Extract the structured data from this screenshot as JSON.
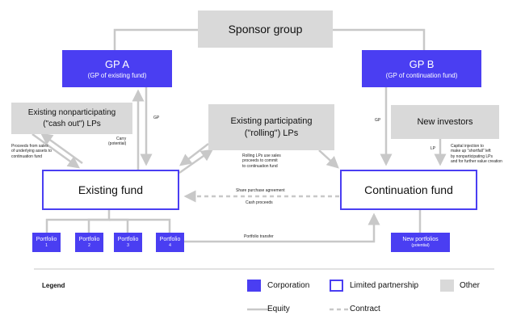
{
  "nodes": {
    "sponsor": "Sponsor group",
    "gp_a": {
      "title": "GP A",
      "subtitle": "(GP of existing fund)"
    },
    "gp_b": {
      "title": "GP B",
      "subtitle": "(GP of continuation fund)"
    },
    "nonparticipating": {
      "line1": "Existing nonparticipating",
      "line2": "(\"cash out\") LPs"
    },
    "participating": {
      "line1": "Existing participating",
      "line2": "(\"rolling\") LPs"
    },
    "new_investors": "New investors",
    "existing_fund": "Existing fund",
    "continuation_fund": "Continuation fund",
    "portfolios": [
      {
        "label": "Portfolio",
        "num": "1"
      },
      {
        "label": "Portfolio",
        "num": "2"
      },
      {
        "label": "Portfolio",
        "num": "3"
      },
      {
        "label": "Portfolio",
        "num": "4"
      }
    ],
    "new_portfolios": {
      "label": "New portfolios",
      "note": "(potential)"
    }
  },
  "annotations": {
    "gp_left": "GP",
    "gp_right": "GP",
    "carry": "Carry\n(potential)",
    "proceeds": "Proceeds from sales\nof underlying assets to\ncontinuation fund",
    "rolling": "Rolling LPs use sales\nproceeds to commit\nto continuation fund",
    "lp": "LP",
    "capital": "Capital injection to\nmake up \"shortfall\" left\nby nonparticipating LPs\nand for further value creation",
    "share_purchase": "Share purchase agreement",
    "cash_proceeds": "Cash proceeds",
    "portfolio_transfer": "Portfolio transfer"
  },
  "legend": {
    "title": "Legend",
    "corporation": "Corporation",
    "limited_partnership": "Limited partnership",
    "other": "Other",
    "equity": "Equity",
    "contract": "Contract"
  },
  "colors": {
    "corporation": "#4a3ef2",
    "other": "#d9d9d9",
    "line": "#c8c8c8"
  }
}
